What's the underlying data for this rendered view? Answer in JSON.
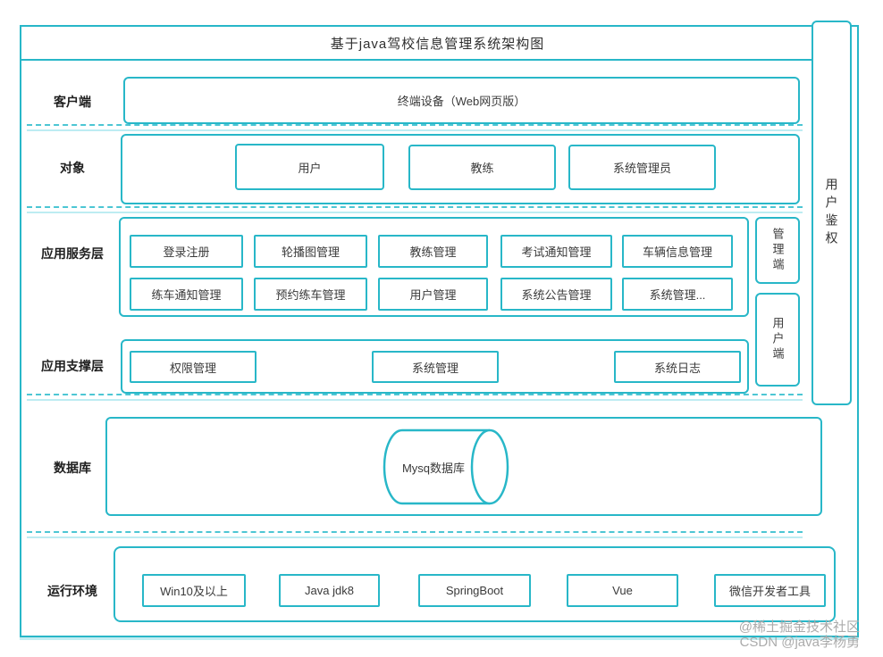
{
  "title": "基于java驾校信息管理系统架构图",
  "colors": {
    "accent": "#28b7c8",
    "dash": "#4cc6d4",
    "text": "#3a3a3a"
  },
  "right_rail": {
    "auth": "用户鉴权",
    "admin_end": "管理端",
    "user_end": "用户端"
  },
  "rows": [
    {
      "label": "客户端",
      "boxes": [
        "终端设备（Web网页版）"
      ]
    },
    {
      "label": "对象",
      "boxes": [
        "用户",
        "教练",
        "系统管理员"
      ]
    },
    {
      "label": "应用服务层",
      "boxes": [
        "登录注册",
        "轮播图管理",
        "教练管理",
        "考试通知管理",
        "车辆信息管理",
        "练车通知管理",
        "预约练车管理",
        "用户管理",
        "系统公告管理",
        "系统管理..."
      ]
    },
    {
      "label": "应用支撑层",
      "boxes": [
        "权限管理",
        "系统管理",
        "系统日志"
      ]
    },
    {
      "label": "数据库",
      "boxes": [
        "Mysq数据库"
      ]
    },
    {
      "label": "运行环境",
      "boxes": [
        "Win10及以上",
        "Java jdk8",
        "SpringBoot",
        "Vue",
        "微信开发者工具"
      ]
    }
  ],
  "watermark": {
    "line1": "@稀土掘金技术社区",
    "line2": "CSDN @java李杨勇"
  }
}
